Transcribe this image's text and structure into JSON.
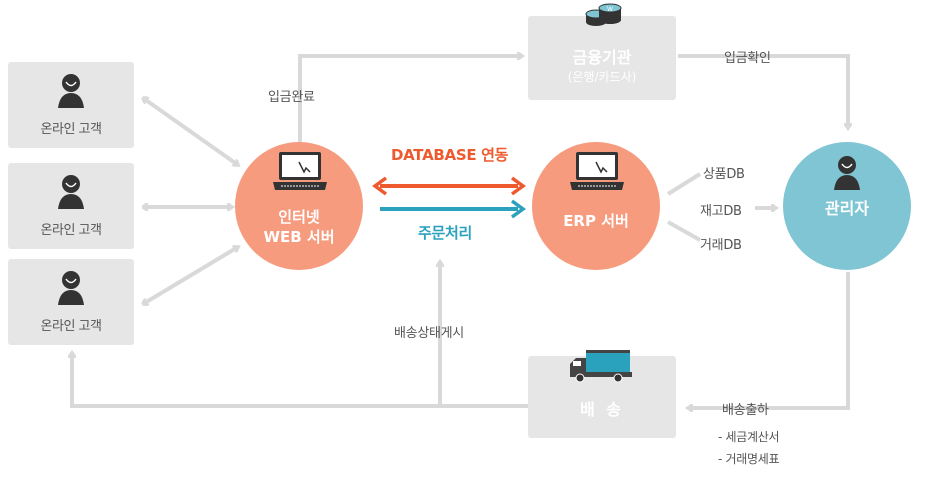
{
  "customers": [
    {
      "label": "온라인 고객"
    },
    {
      "label": "온라인 고객"
    },
    {
      "label": "온라인 고객"
    }
  ],
  "web_server": {
    "line1": "인터넷",
    "line2": "WEB 서버"
  },
  "erp_server": {
    "label": "ERP 서버"
  },
  "admin": {
    "label": "관리자"
  },
  "bank": {
    "title": "금융기관",
    "subtitle": "(은행/카드사)"
  },
  "shipping": {
    "label": "배 송"
  },
  "labels": {
    "payment_complete": "입금완료",
    "payment_confirm": "입금확인",
    "database_link": "DATABASE 연동",
    "order_processing": "주문처리",
    "product_db": "상품DB",
    "inventory_db": "재고DB",
    "transaction_db": "거래DB",
    "delivery_status": "배송상태게시",
    "ship_out": "배송출하",
    "tax_invoice": "- 세금계산서",
    "transaction_statement": "- 거래명세표"
  },
  "colors": {
    "arrow_gray": "#d9d9d9",
    "salmon": "#f79b7e",
    "teal": "#7fc5d3",
    "orange_red": "#ee5a2e",
    "blue": "#2aa1bd",
    "box_gray": "#e6e6e6"
  }
}
